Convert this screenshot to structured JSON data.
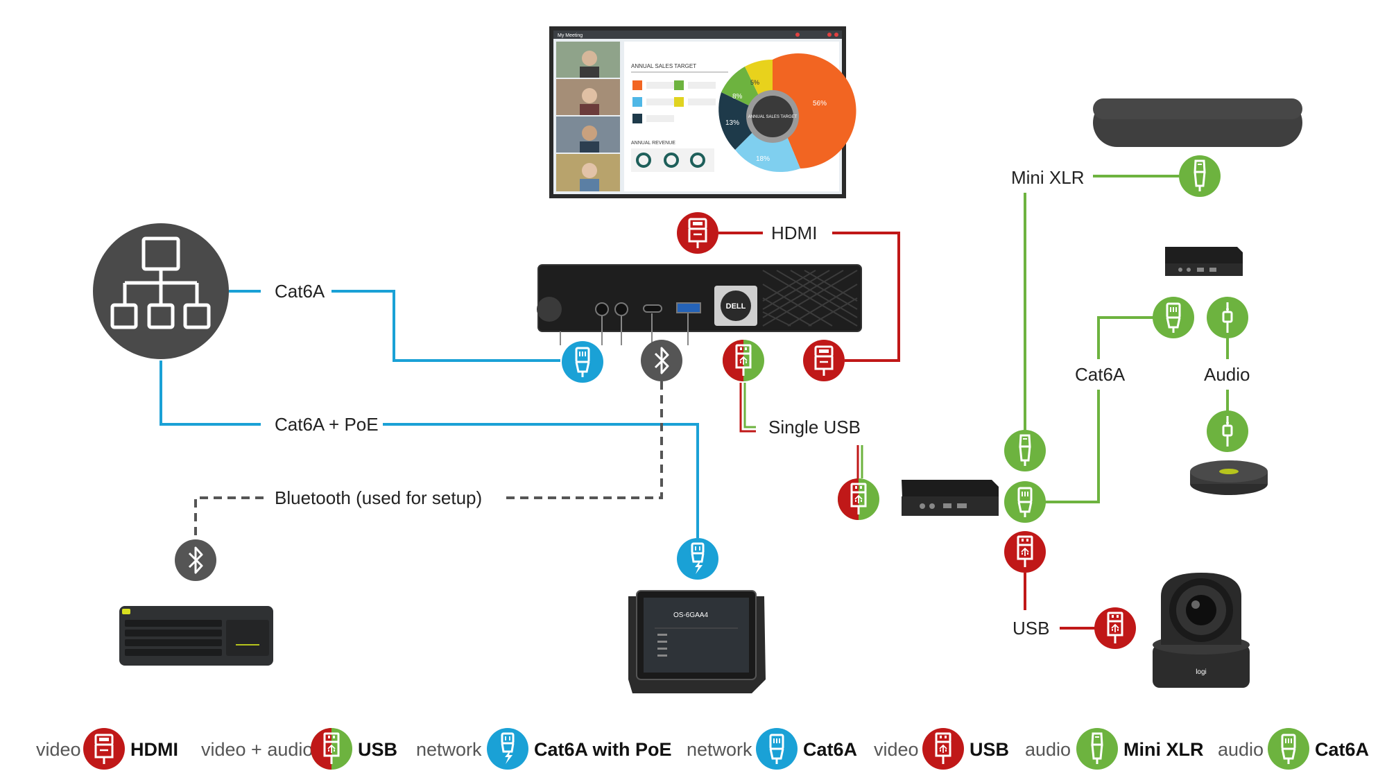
{
  "colors": {
    "network": "#1aa1d6",
    "video": "#c01818",
    "audio": "#6db33f",
    "bluetooth": "#555555",
    "hub": "#4a4a4a"
  },
  "labels": {
    "cat6a_top": "Cat6A",
    "cat6a_poe": "Cat6A + PoE",
    "bluetooth": "Bluetooth (used for setup)",
    "hdmi": "HDMI",
    "single_usb": "Single USB",
    "mini_xlr": "Mini XLR",
    "cat6a_right": "Cat6A",
    "audio": "Audio",
    "usb": "USB"
  },
  "screen": {
    "meeting_title": "My Meeting",
    "chart_title": "ANNUAL SALES TARGET",
    "revenue_title": "ANNUAL REVENUE",
    "donut_center": "ANNUAL SALES TARGET",
    "donut_values": [
      "56%",
      "18%",
      "13%",
      "8%",
      "5%"
    ]
  },
  "touch_panel": {
    "room": "OS-6GAA4"
  },
  "legend": [
    {
      "type": "video",
      "name": "HDMI",
      "icon": "hdmi-connector-icon"
    },
    {
      "type": "video + audio",
      "name": "USB",
      "icon": "usb-split-connector-icon"
    },
    {
      "type": "network",
      "name": "Cat6A with PoE",
      "icon": "ethernet-poe-connector-icon"
    },
    {
      "type": "network",
      "name": "Cat6A",
      "icon": "ethernet-connector-icon"
    },
    {
      "type": "video",
      "name": "USB",
      "icon": "usb-connector-icon"
    },
    {
      "type": "audio",
      "name": "Mini XLR",
      "icon": "mini-xlr-connector-icon"
    },
    {
      "type": "audio",
      "name": "Cat6A",
      "icon": "ethernet-audio-connector-icon"
    }
  ]
}
